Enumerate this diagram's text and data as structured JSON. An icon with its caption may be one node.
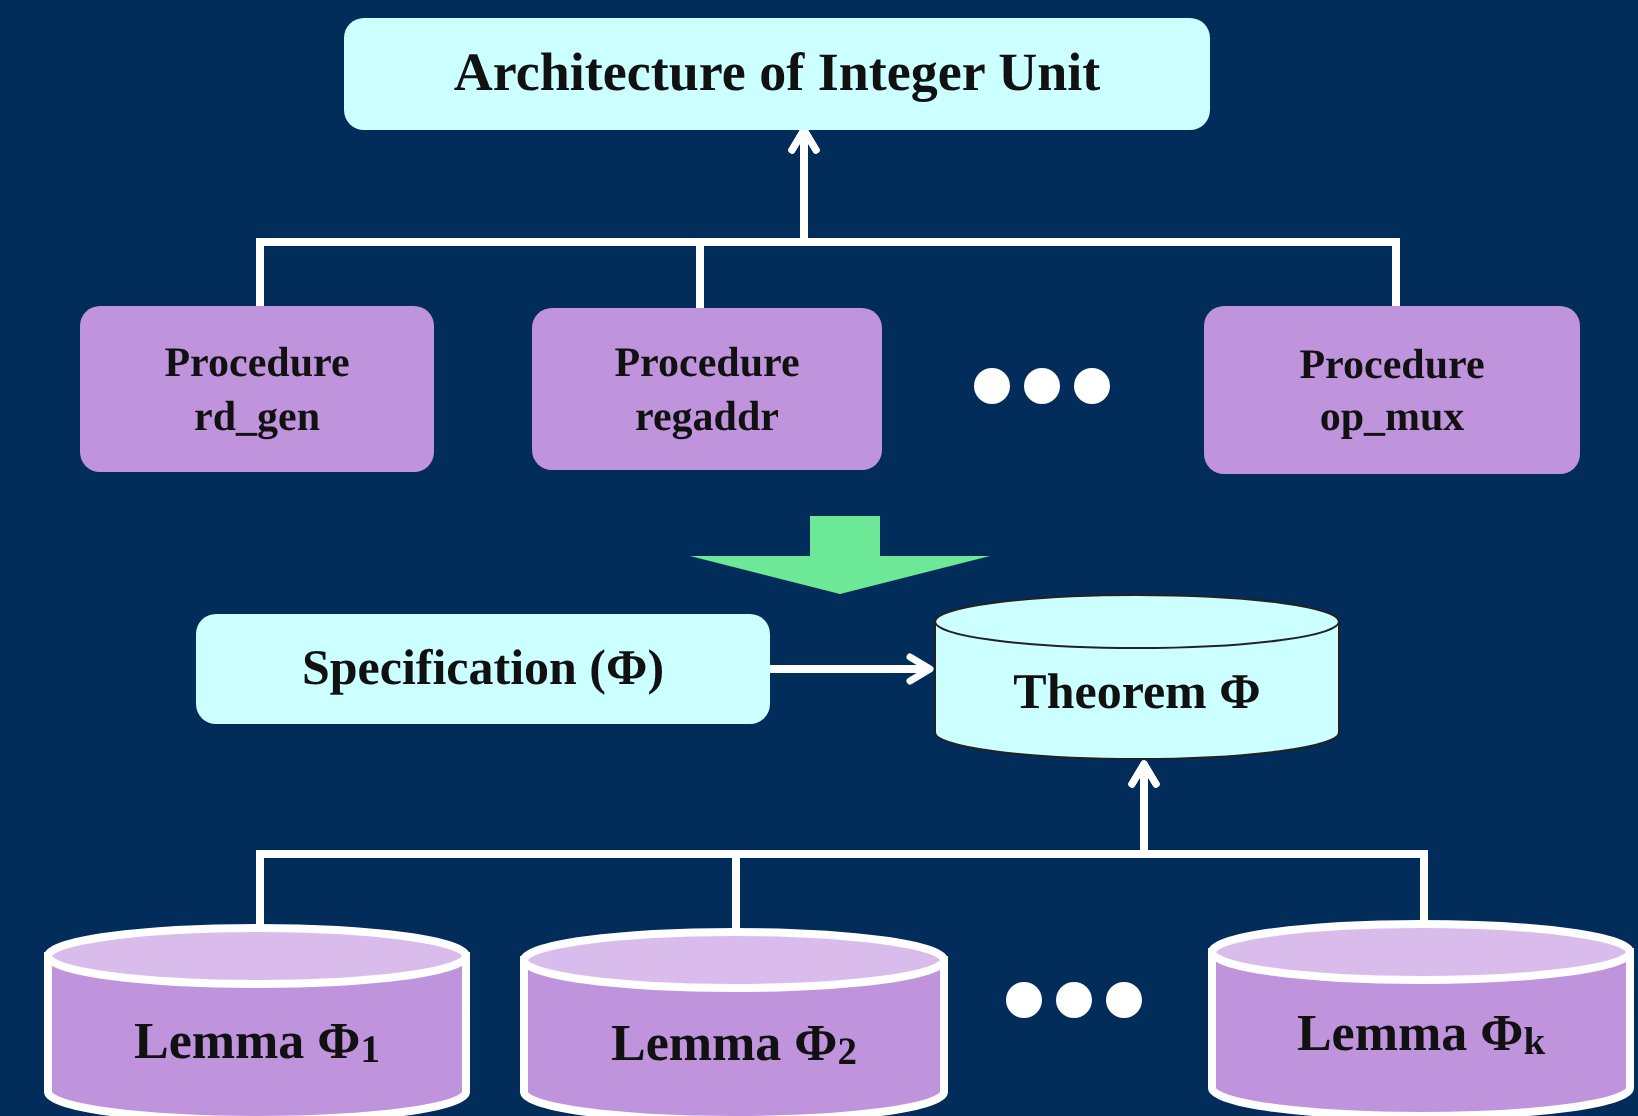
{
  "diagram": {
    "nodes": [
      {
        "text": [
          "Architecture of Integer Unit"
        ]
      },
      {
        "text": [
          "Procedure rd_gen"
        ]
      },
      {
        "text": [
          "Procedure regaddr"
        ]
      },
      {
        "text": [
          "Procedure op_mux"
        ]
      },
      {
        "text": [
          "Specification (Φ)"
        ]
      },
      {
        "text": [
          "Theorem Φ"
        ]
      },
      {
        "text": [
          "Lemma Φ$_{1}$"
        ]
      },
      {
        "text": [
          "Lemma Φ$_{2}$"
        ]
      },
      {
        "text": [
          "Lemma Φ$_{k}$"
        ]
      }
    ],
    "edges": [
      {
        "from": 1,
        "to": 0,
        "arrow": "to"
      },
      {
        "from": 2,
        "to": 0,
        "arrow": "to"
      },
      {
        "from": 3,
        "to": 0,
        "arrow": "to"
      },
      {
        "from": 4,
        "to": 5,
        "arrow": "to"
      },
      {
        "from": 6,
        "to": 5,
        "arrow": "to"
      },
      {
        "from": 7,
        "to": 5,
        "arrow": "to"
      },
      {
        "from": 8,
        "to": 5,
        "arrow": "to"
      }
    ]
  }
}
